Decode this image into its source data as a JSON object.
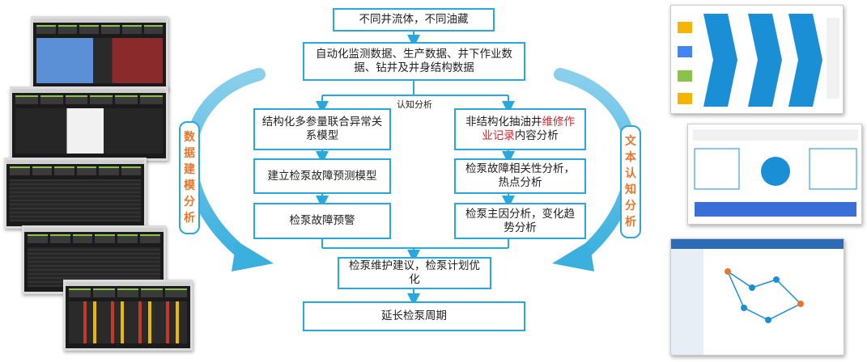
{
  "flow": {
    "top": "不同井流体，不同油藏",
    "data_sources": "自动化监测数据、生产数据、井下作业数据、钻井及井身结构数据",
    "split_label": "认知分析",
    "left": {
      "step1": "结构化多参量联合异常关系模型",
      "step2": "建立检泵故障预测模型",
      "step3": "检泵故障预警"
    },
    "right": {
      "step1_prefix": "非结构化抽油井",
      "step1_red": "维修作业记录",
      "step1_suffix": "内容分析",
      "step2": "检泵故障相关性分析，热点分析",
      "step3": "检泵主因分析，变化趋势分析"
    },
    "merge": "检泵维护建议，检泵计划优化",
    "bottom": "延长检泵周期"
  },
  "side_labels": {
    "left": [
      "数",
      "据",
      "建",
      "模",
      "分",
      "析"
    ],
    "right": [
      "文",
      "本",
      "认",
      "知",
      "分",
      "析"
    ]
  },
  "colors": {
    "accent": "#29a8dd",
    "arrow": "#3bb0df",
    "side_text": "#e8762c",
    "highlight": "#d8262b"
  }
}
